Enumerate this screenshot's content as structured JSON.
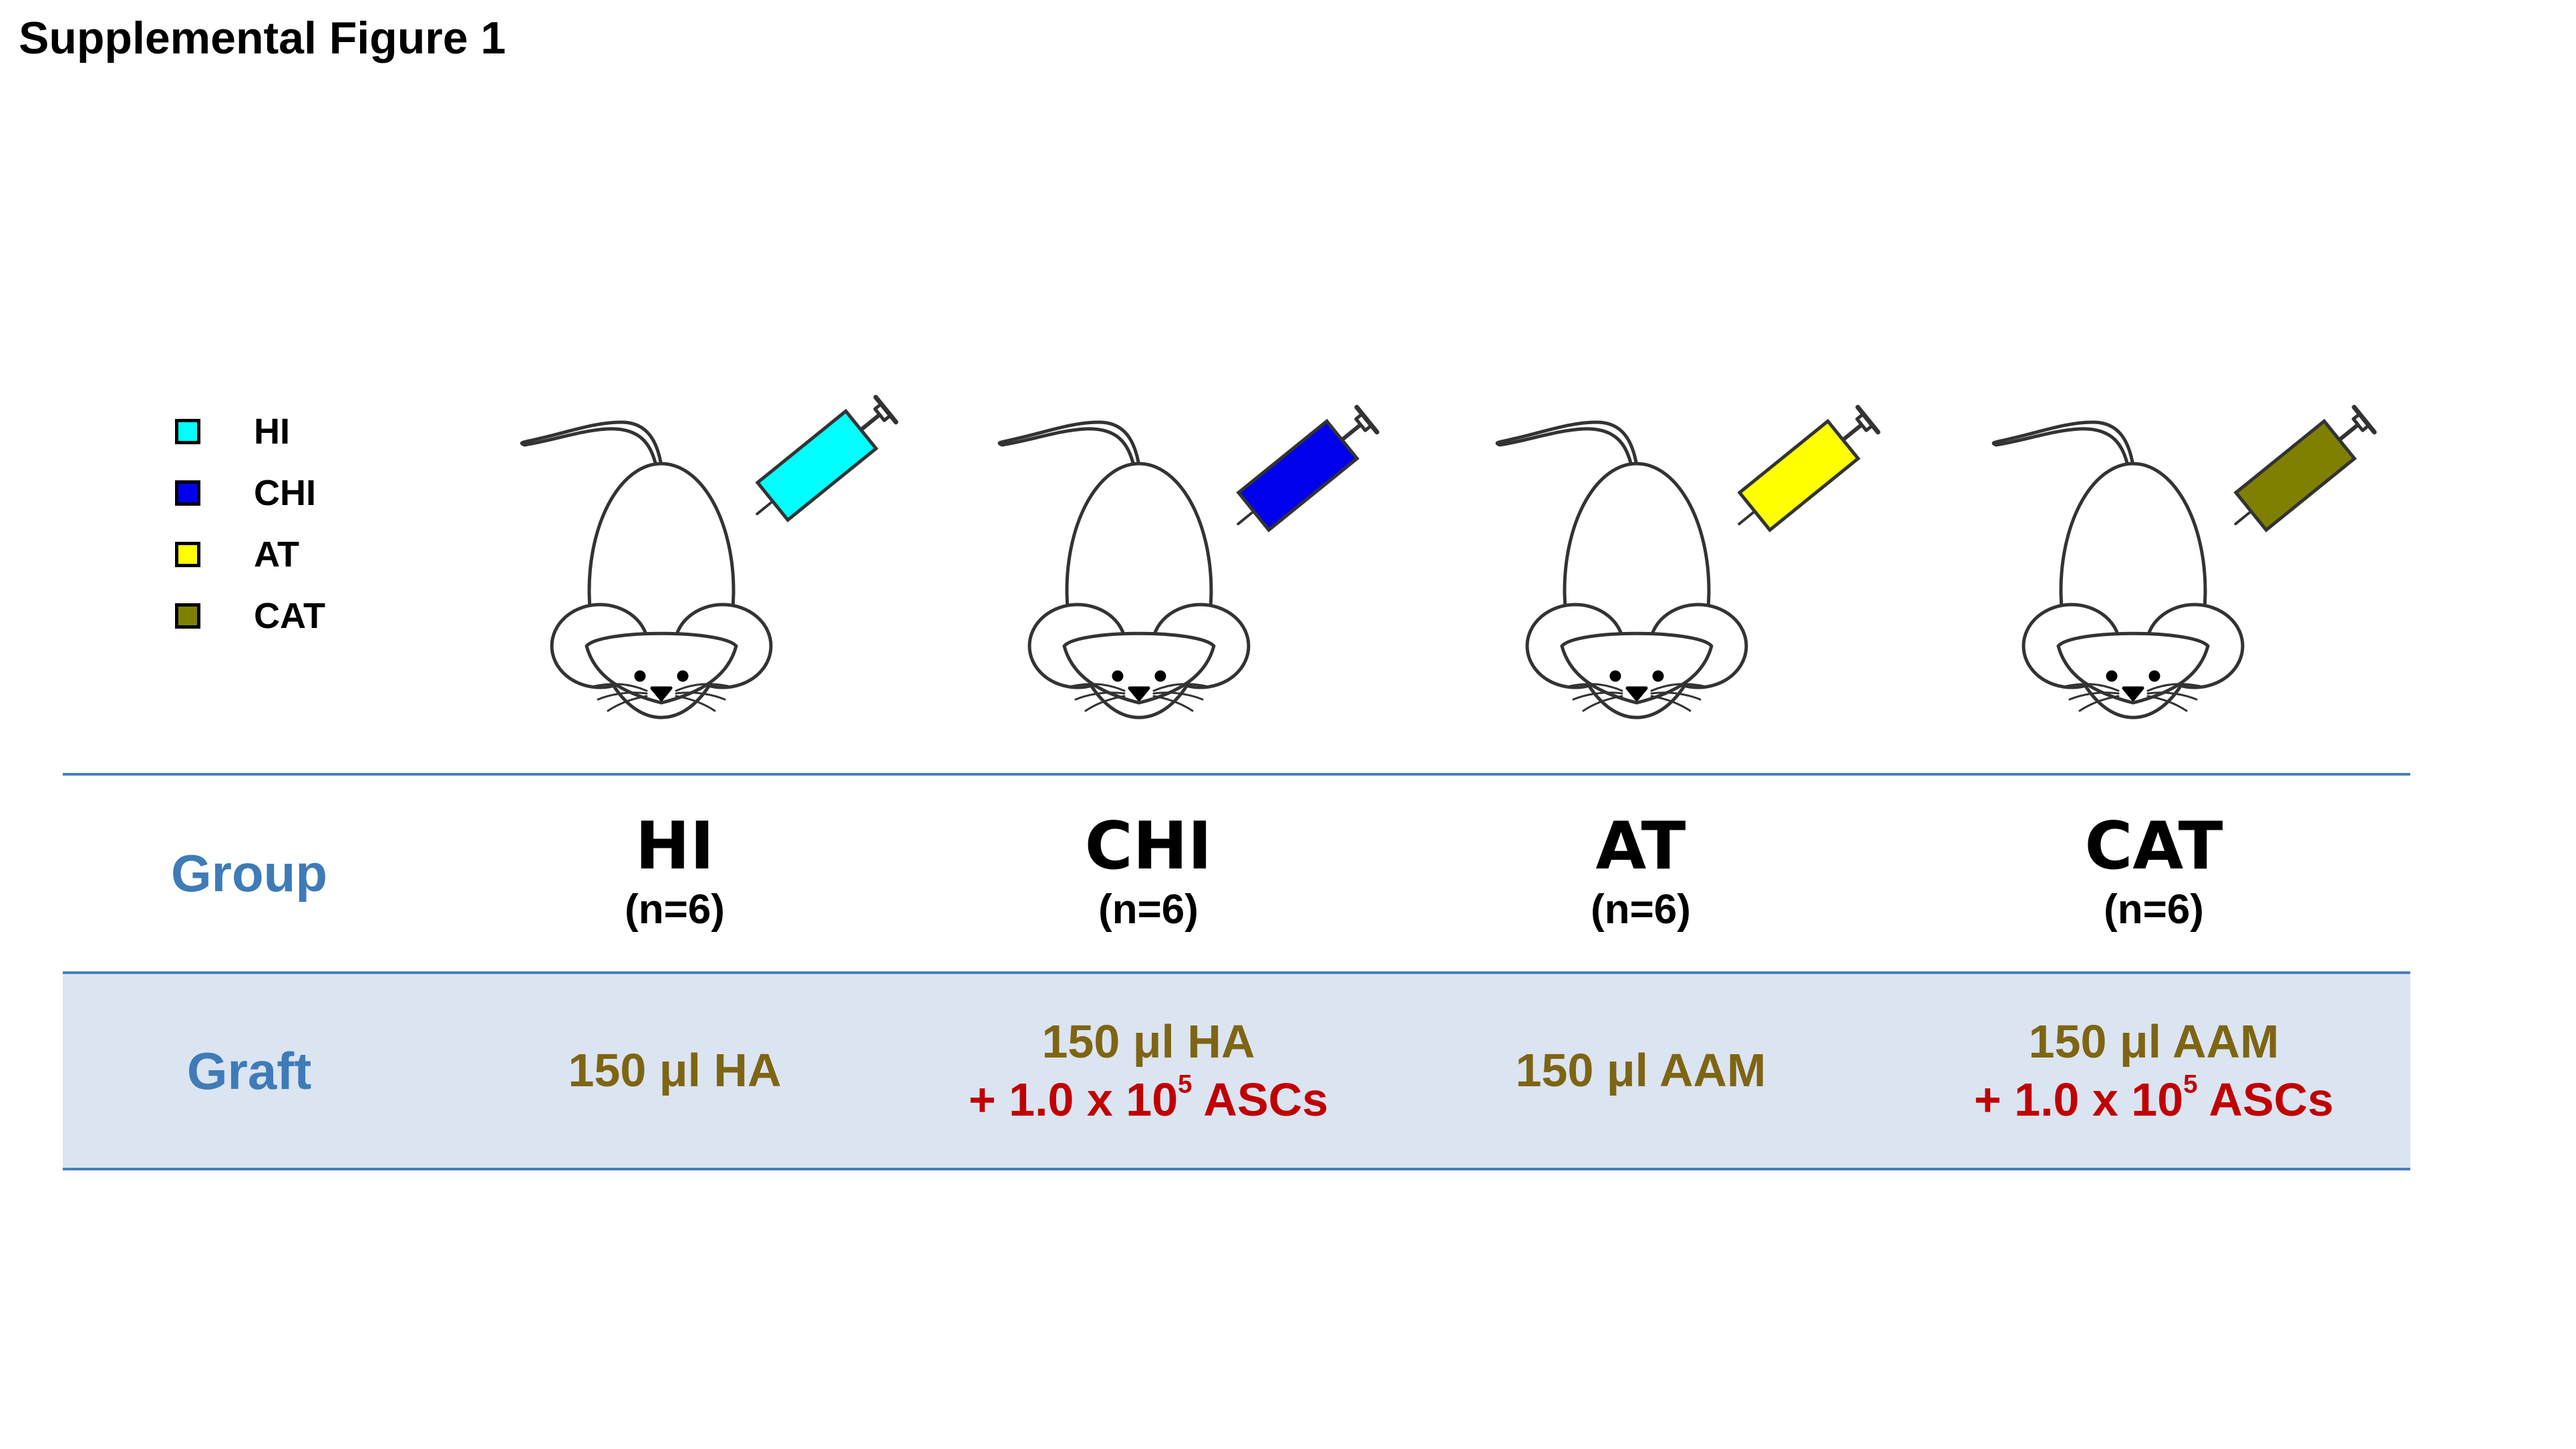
{
  "figure_title": "Supplemental Figure 1",
  "legend": [
    {
      "label": "HI",
      "color": "#00ffff"
    },
    {
      "label": "CHI",
      "color": "#0000ee"
    },
    {
      "label": "AT",
      "color": "#ffff00"
    },
    {
      "label": "CAT",
      "color": "#808000"
    }
  ],
  "table": {
    "group_header": "Group",
    "graft_header": "Graft",
    "columns": [
      {
        "group": "HI",
        "n": "(n=6)",
        "graft_line1": "150 μl HA",
        "graft_cells_prefix": "",
        "graft_cells_exp": "",
        "graft_cells_suffix": "",
        "syringe_color": "#00ffff"
      },
      {
        "group": "CHI",
        "n": "(n=6)",
        "graft_line1": "150 μl HA",
        "graft_cells_prefix": "+ 1.0 x 10",
        "graft_cells_exp": "5",
        "graft_cells_suffix": " ASCs",
        "syringe_color": "#0000ee"
      },
      {
        "group": "AT",
        "n": "(n=6)",
        "graft_line1": "150 μl AAM",
        "graft_cells_prefix": "",
        "graft_cells_exp": "",
        "graft_cells_suffix": "",
        "syringe_color": "#ffff00"
      },
      {
        "group": "CAT",
        "n": "(n=6)",
        "graft_line1": "150 μl AAM",
        "graft_cells_prefix": "+ 1.0 x 10",
        "graft_cells_exp": "5",
        "graft_cells_suffix": " ASCs",
        "syringe_color": "#808000"
      }
    ]
  },
  "colors": {
    "header_text": "#3e7bb8",
    "graft_text": "#7e6513",
    "cells_text": "#c00000",
    "graft_row_bg": "#dbe4f1",
    "rule": "#4a7ebf"
  }
}
